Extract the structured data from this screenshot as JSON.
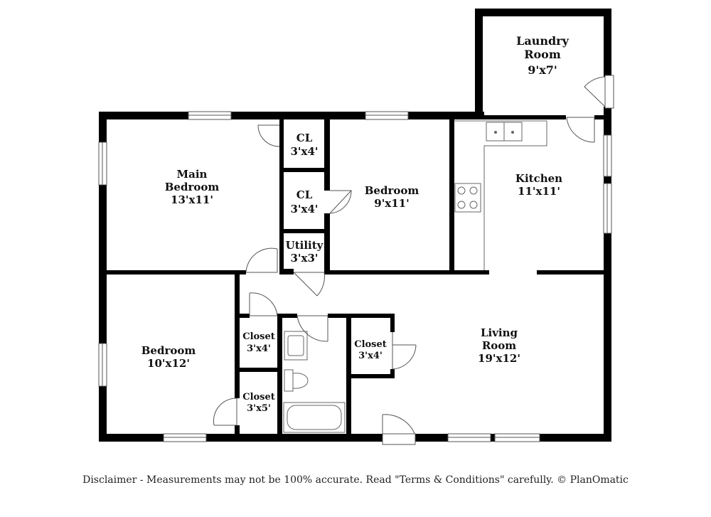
{
  "rooms": {
    "laundry": {
      "name_1": "Laundry",
      "name_2": "Room",
      "size": "9'x7'"
    },
    "main_bedroom": {
      "name_1": "Main",
      "name_2": "Bedroom",
      "size": "13'x11'"
    },
    "cl_upper": {
      "name": "CL",
      "size": "3'x4'"
    },
    "cl_lower": {
      "name": "CL",
      "size": "3'x4'"
    },
    "utility": {
      "name": "Utility",
      "size": "3'x3'"
    },
    "bedroom_mid": {
      "name": "Bedroom",
      "size": "9'x11'"
    },
    "kitchen": {
      "name": "Kitchen",
      "size": "11'x11'"
    },
    "bedroom_left": {
      "name": "Bedroom",
      "size": "10'x12'"
    },
    "closet_a": {
      "name": "Closet",
      "size": "3'x4'"
    },
    "closet_b": {
      "name": "Closet",
      "size": "3'x5'"
    },
    "closet_c": {
      "name": "Closet",
      "size": "3'x4'"
    },
    "living": {
      "name_1": "Living",
      "name_2": "Room",
      "size": "19'x12'"
    }
  },
  "disclaimer": "Disclaimer - Measurements may not be 100% accurate. Read \"Terms & Conditions\" carefully. © PlanOmatic"
}
